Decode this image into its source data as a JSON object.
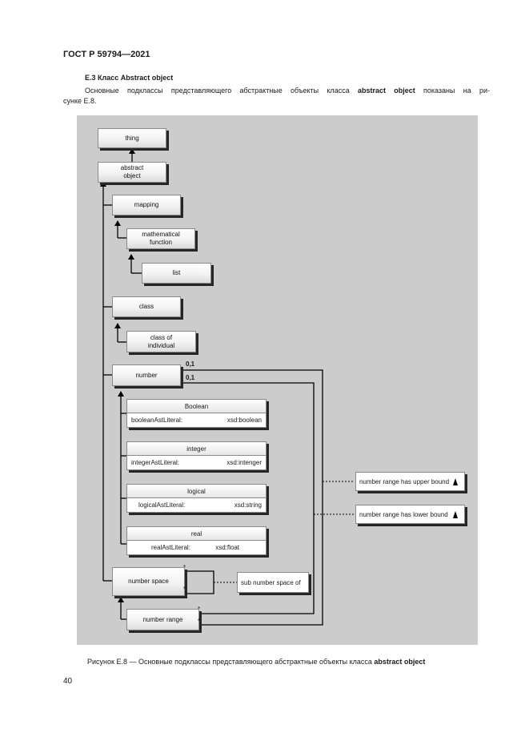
{
  "header": {
    "standard": "ГОСТ Р 59794—2021"
  },
  "section": {
    "title": "Е.3 Класс Abstract object",
    "para_line1_prefix": "Основные подклассы представляющего абстрактные объекты класса ",
    "para_line1_bold": "abstract object",
    "para_line1_suffix": " показаны на ри-",
    "para_line2": "сунке Е.8."
  },
  "diagram": {
    "boxes": {
      "thing": "thing",
      "abstract_object": "abstract\nobject",
      "mapping": "mapping",
      "mathematical_function": "mathematical\nfunction",
      "list": "list",
      "class": "class",
      "class_of_individual": "class of\nindividual",
      "number": "number",
      "number_space": "number space",
      "sub_number_space_of": "sub number space of",
      "number_range": "number range"
    },
    "value_classes": [
      {
        "title": "Boolean",
        "attr": "booleanAstLiteral:",
        "type": "xsd:boolean"
      },
      {
        "title": "integer",
        "attr": "integerAstLiteral:",
        "type": "xsd:intenger"
      },
      {
        "title": "logical",
        "attr": "logicalAstLiteral:",
        "type": "xsd:string"
      },
      {
        "title": "real",
        "attr": "realAstLiteral:",
        "type": "xsd:float"
      }
    ],
    "relations": {
      "upper_bound": "number range has upper bound",
      "lower_bound": "number range has lower bound"
    },
    "multiplicity": {
      "upper": "0,1",
      "lower": "0,1",
      "many": "*"
    }
  },
  "caption": {
    "prefix": "Рисунок Е.8 — Основные подклассы представляющего абстрактные объекты класса ",
    "bold": "abstract object"
  },
  "page_number": "40"
}
